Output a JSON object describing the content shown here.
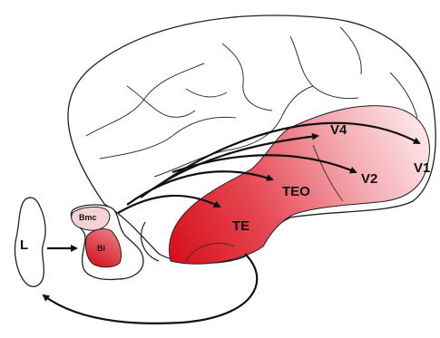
{
  "colors": {
    "stream_strong": "#d8121e",
    "stream_fade": "#fbe3e6",
    "outline": "#222222",
    "arrow": "#111111"
  },
  "labels": {
    "lateral": "L",
    "bmc": "Bmc",
    "bi": "Bi",
    "te": "TE",
    "teo": "TEO",
    "v4": "V4",
    "v2": "V2",
    "v1": "V1"
  }
}
